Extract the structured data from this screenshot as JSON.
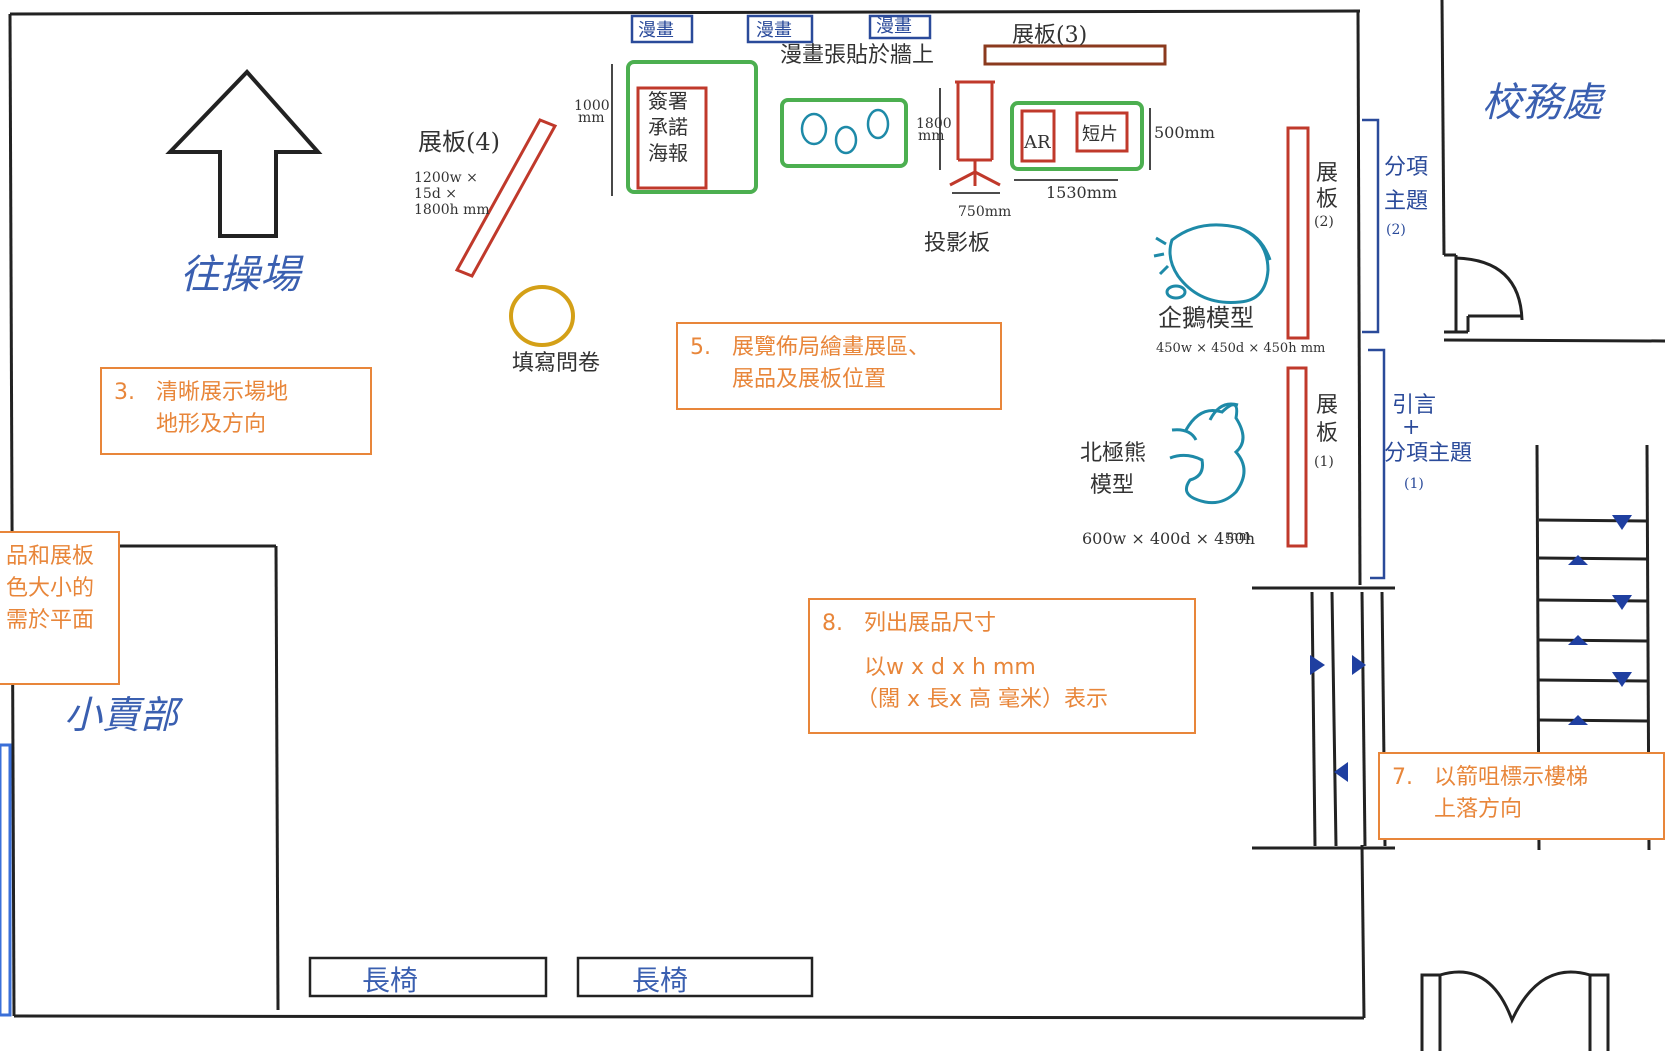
{
  "labels": {
    "to_playground": "往操場",
    "school_office": "校務處",
    "tuck_shop": "小賣部",
    "bench1": "長椅",
    "bench2": "長椅",
    "comic1": "漫畫",
    "comic2": "漫畫",
    "comic3": "漫畫",
    "comic_wall_note": "漫畫張貼於牆上",
    "board3": "展板(3)",
    "board4": "展板(4)",
    "board4_dims": [
      "1200w ×",
      "15d ×",
      "1800h mm"
    ],
    "board2": [
      "展",
      "板",
      "(2)"
    ],
    "board1": [
      "展",
      "板",
      "(1)"
    ],
    "signature_poster": [
      "簽署",
      "承諾",
      "海報"
    ],
    "height_1000": [
      "1000",
      "mm"
    ],
    "height_1800": [
      "1800",
      "mm"
    ],
    "projector_board": "投影板",
    "projector_width": "750mm",
    "ar_label": "AR",
    "short_film": "短片",
    "screen_width": "1530mm",
    "screen_depth": "500mm",
    "questionnaire": "填寫問卷",
    "penguin": "企鵝模型",
    "penguin_dims": "450w × 450d × 450h mm",
    "polar_bear": [
      "北極熊",
      "模型"
    ],
    "polar_bear_dims": [
      "600w × 400d × 450h",
      "mm"
    ],
    "subtopic2": [
      "分項",
      "主題",
      "(2)"
    ],
    "intro_subtopic1": [
      "引言",
      "+",
      "分項主題",
      "(1)"
    ]
  },
  "callouts": {
    "c3": {
      "num": "3.",
      "line1": "清晰展示場地",
      "line2": "地形及方向"
    },
    "c5": {
      "num": "5.",
      "line1": "展覽佈局繪畫展區、",
      "line2": "展品及展板位置"
    },
    "c8": {
      "num": "8.",
      "line1": "列出展品尺寸",
      "line2": "以w x d x h mm",
      "line3": "（闊 x 長x 高 毫米）表示"
    },
    "c7": {
      "num": "7.",
      "line1": "以箭咀標示樓梯",
      "line2": "上落方向"
    },
    "c_partial": {
      "line1": "品和展板",
      "line2": "色大小的",
      "line3": "需於平面"
    }
  },
  "colors": {
    "ink": "#222222",
    "board_red": "#c0392b",
    "area_green": "#4caf50",
    "model_teal": "#1e8aa8",
    "pen_blue": "#3a5fb0",
    "questionnaire_gold": "#d4a017",
    "callout_orange": "#e8863a"
  }
}
